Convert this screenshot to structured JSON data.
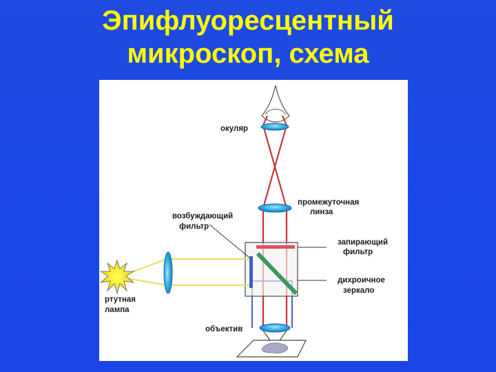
{
  "title": {
    "line1": "Эпифлуоресцентный",
    "line2": "микроскоп, схема"
  },
  "labels": {
    "eyepiece": "окуляр",
    "intermediate_lens_1": "промежуточная",
    "intermediate_lens_2": "линза",
    "excitation_filter_1": "возбуждающий",
    "excitation_filter_2": "фильтр",
    "barrier_filter_1": "запирающий",
    "barrier_filter_2": "фильтр",
    "dichroic_mirror_1": "дихроичное",
    "dichroic_mirror_2": "зеркало",
    "lamp_1": "ртутная",
    "lamp_2": "лампа",
    "objective": "объектив"
  },
  "colors": {
    "background": "#1b46e8",
    "title": "#ffff00",
    "emission_beam": "#c8333a",
    "excitation_beam": "#e8e070",
    "blue_beam": "#4a5fc0",
    "lens": "#2aa8dc",
    "barrier_filter": "#e05060",
    "dichroic_mirror": "#3a9a60",
    "excitation_filter": "#3a5fc8"
  }
}
